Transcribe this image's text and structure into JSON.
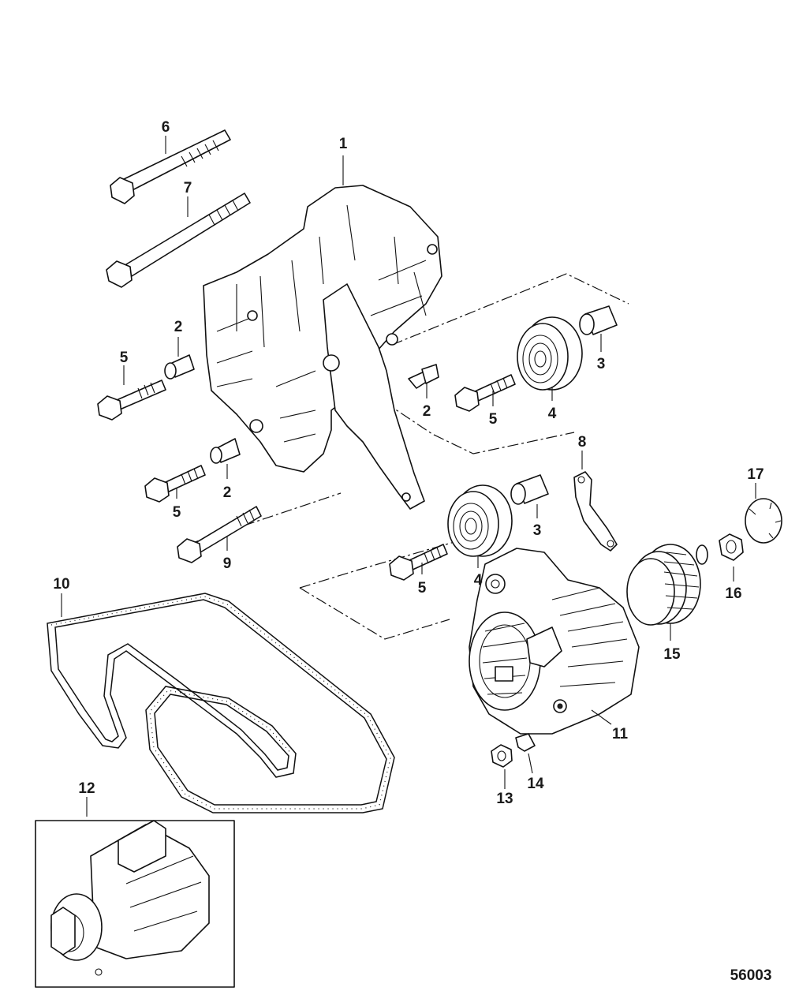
{
  "figure_number": "56003",
  "callouts": [
    {
      "id": "c1",
      "label": "1"
    },
    {
      "id": "c2a",
      "label": "2"
    },
    {
      "id": "c2b",
      "label": "2"
    },
    {
      "id": "c2c",
      "label": "2"
    },
    {
      "id": "c3a",
      "label": "3"
    },
    {
      "id": "c3b",
      "label": "3"
    },
    {
      "id": "c4a",
      "label": "4"
    },
    {
      "id": "c4b",
      "label": "4"
    },
    {
      "id": "c5a",
      "label": "5"
    },
    {
      "id": "c5b",
      "label": "5"
    },
    {
      "id": "c5c",
      "label": "5"
    },
    {
      "id": "c5d",
      "label": "5"
    },
    {
      "id": "c6",
      "label": "6"
    },
    {
      "id": "c7",
      "label": "7"
    },
    {
      "id": "c8",
      "label": "8"
    },
    {
      "id": "c9",
      "label": "9"
    },
    {
      "id": "c10",
      "label": "10"
    },
    {
      "id": "c11",
      "label": "11"
    },
    {
      "id": "c12",
      "label": "12"
    },
    {
      "id": "c13",
      "label": "13"
    },
    {
      "id": "c14",
      "label": "14"
    },
    {
      "id": "c15",
      "label": "15"
    },
    {
      "id": "c16",
      "label": "16"
    },
    {
      "id": "c17",
      "label": "17"
    }
  ]
}
